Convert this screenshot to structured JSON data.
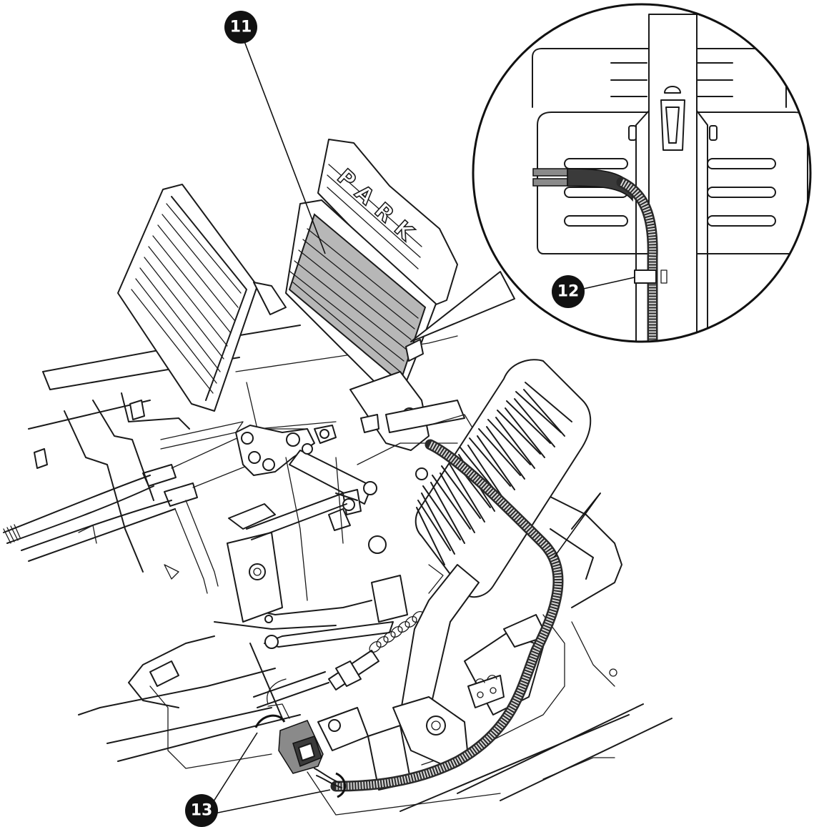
{
  "pedal_label": "PARK",
  "callouts": [
    {
      "id": "callout-11",
      "number": "11"
    },
    {
      "id": "callout-12",
      "number": "12"
    },
    {
      "id": "callout-13",
      "number": "13"
    }
  ]
}
